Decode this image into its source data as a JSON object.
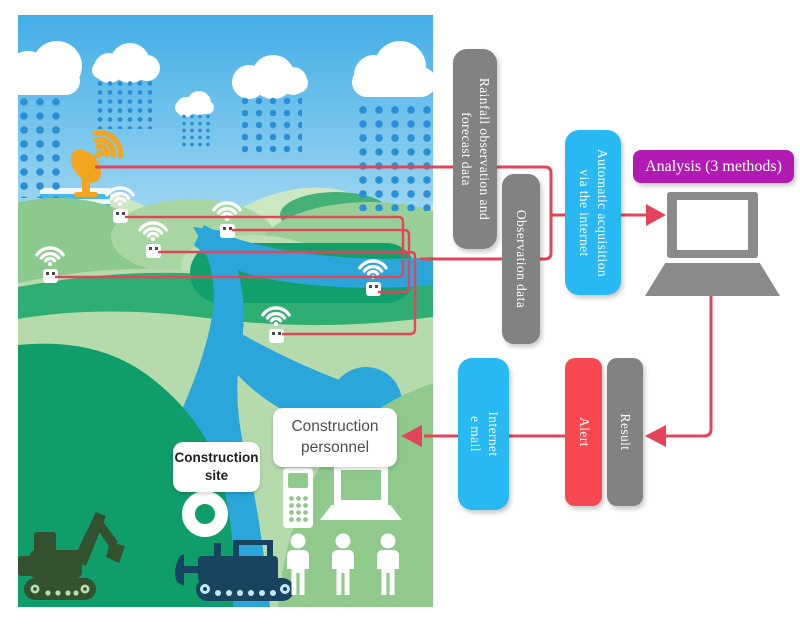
{
  "diagram": {
    "boxes": {
      "rainfall": {
        "label": "Rainfall observation and\nforecast data",
        "color": "#828282"
      },
      "observation": {
        "label": "Observation data",
        "color": "#828282"
      },
      "auto_acquisition": {
        "label": "Automatic acquisition\nvia the internet",
        "color": "#29b9f2"
      },
      "analysis": {
        "label": "Analysis (3 methods)",
        "color": "#b21bb2"
      },
      "result": {
        "label": "Result",
        "color": "#828282"
      },
      "alert": {
        "label": "Alert",
        "color": "#f8484f"
      },
      "internet_email": {
        "label": "Internet\ne mail",
        "color": "#29b9f2"
      }
    },
    "scene_labels": {
      "construction_personnel": "Construction\npersonnel",
      "construction_site": "Construction\nsite"
    },
    "icons": [
      "satellite-dish-icon",
      "wifi-sensor-icon",
      "rain-cloud-icon",
      "analysis-laptop-icon",
      "construction-site-ring-icon",
      "mobile-phone-icon",
      "personnel-laptop-icon",
      "person-icon",
      "excavator-icon",
      "bulldozer-icon"
    ],
    "colors": {
      "connector_red": "#e2455a",
      "box_gray": "#828282",
      "box_cyan": "#29b9f2",
      "box_purple": "#b21bb2",
      "box_red": "#f8484f",
      "river_blue": "#2aa6db",
      "rain_blue": "#2a8fd4",
      "dish_orange": "#f2a51e"
    }
  }
}
